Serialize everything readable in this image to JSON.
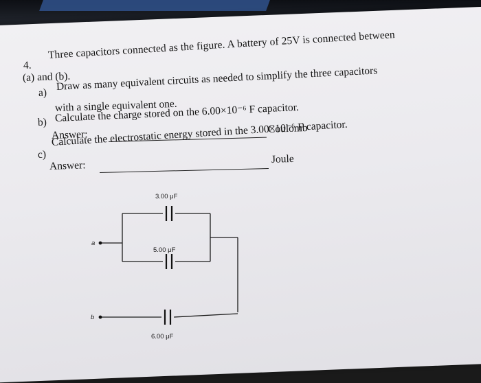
{
  "problem": {
    "number": "4.",
    "line1": "Three capacitors connected as the figure. A battery of 25V is connected between",
    "line2": "(a) and (b).",
    "part_a_label": "a)",
    "part_a_line1": "Draw as many equivalent circuits as needed to simplify the three capacitors",
    "part_a_line2": "with a single equivalent one.",
    "part_b_label": "b)",
    "part_b_text": "Calculate the charge stored on the 6.00×10⁻⁶ F capacitor.",
    "part_b_answer_label": "Answer:",
    "part_b_unit": "Coulomb",
    "part_c_label": "c)",
    "part_c_text": "Calculate the electrostatic energy stored in the 3.00×10⁻⁶ F capacitor.",
    "part_c_answer_label": "Answer:",
    "part_c_unit": "Joule"
  },
  "diagram": {
    "cap_top": "3.00 μF",
    "cap_mid": "5.00 μF",
    "cap_bottom": "6.00 μF",
    "terminal_a": "a",
    "terminal_b": "b"
  }
}
